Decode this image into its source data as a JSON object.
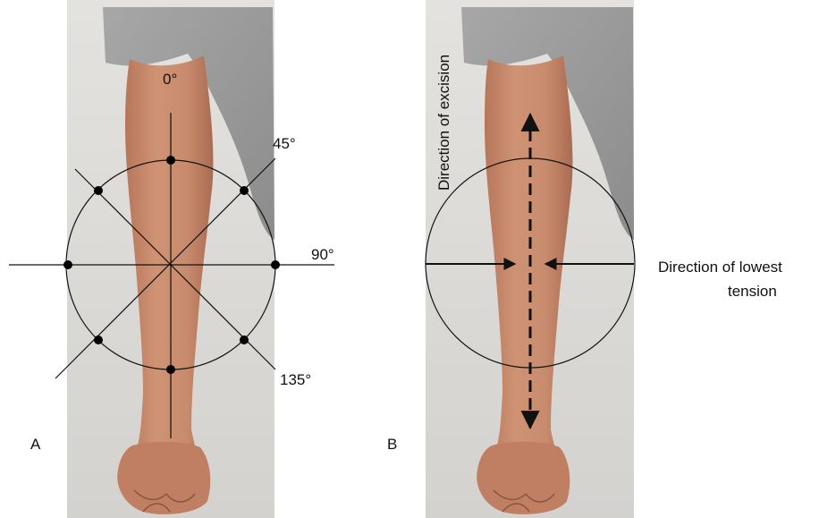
{
  "panel_a": {
    "letter": "A",
    "angles": {
      "deg0": "0°",
      "deg45": "45°",
      "deg90": "90°",
      "deg135": "135°"
    }
  },
  "panel_b": {
    "letter": "B",
    "excision_label": "Direction of excision",
    "tension_label_line1": "Direction of lowest",
    "tension_label_line2": "tension"
  },
  "colors": {
    "background": "#ffffff",
    "photo_backdrop": "#dcdad7",
    "sleeve": "#9a9a9a",
    "skin": "#c98a6c",
    "lines": "#111111"
  }
}
